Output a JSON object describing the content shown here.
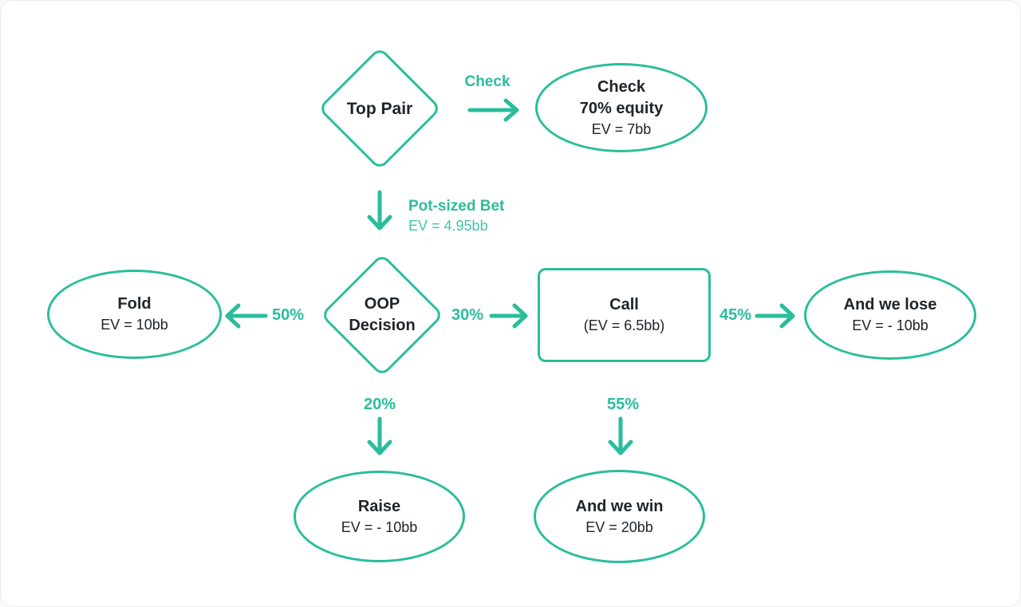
{
  "diagram": {
    "colors": {
      "accent": "#2abd9c",
      "accent_light": "#41c6a8",
      "text": "#20242a",
      "background": "#ffffff"
    },
    "nodes": {
      "top_pair": {
        "shape": "diamond",
        "line1": "Top Pair"
      },
      "check_equity": {
        "shape": "ellipse",
        "line1": "Check",
        "line2": "70% equity",
        "sub": "EV = 7bb"
      },
      "oop_decision": {
        "shape": "diamond",
        "line1": "OOP",
        "line2": "Decision"
      },
      "fold": {
        "shape": "ellipse",
        "line1": "Fold",
        "sub": "EV = 10bb"
      },
      "call": {
        "shape": "rect",
        "line1": "Call",
        "sub": "(EV = 6.5bb)"
      },
      "and_we_lose": {
        "shape": "ellipse",
        "line1": "And we lose",
        "sub": "EV = - 10bb"
      },
      "raise": {
        "shape": "ellipse",
        "line1": "Raise",
        "sub": "EV = - 10bb"
      },
      "and_we_win": {
        "shape": "ellipse",
        "line1": "And we win",
        "sub": "EV = 20bb"
      }
    },
    "edges": {
      "check": {
        "from": "top_pair",
        "to": "check_equity",
        "label": "Check"
      },
      "pot_sized_bet": {
        "from": "top_pair",
        "to": "oop_decision",
        "label": "Pot-sized Bet",
        "sublabel": "EV = 4.95bb"
      },
      "fold_pct": {
        "from": "oop_decision",
        "to": "fold",
        "label": "50%"
      },
      "call_pct": {
        "from": "oop_decision",
        "to": "call",
        "label": "30%"
      },
      "lose_pct": {
        "from": "call",
        "to": "and_we_lose",
        "label": "45%"
      },
      "raise_pct": {
        "from": "oop_decision",
        "to": "raise",
        "label": "20%"
      },
      "win_pct": {
        "from": "call",
        "to": "and_we_win",
        "label": "55%"
      }
    }
  }
}
